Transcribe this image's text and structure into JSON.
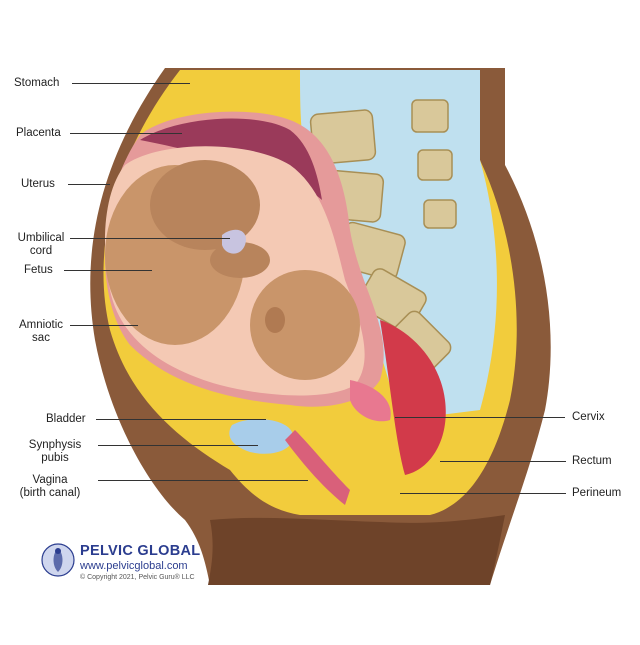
{
  "labels": {
    "stomach": "Stomach",
    "placenta": "Placenta",
    "uterus": "Uterus",
    "umbilical_1": "Umbilical",
    "umbilical_2": "cord",
    "fetus": "Fetus",
    "amniotic_1": "Amniotic",
    "amniotic_2": "sac",
    "bladder": "Bladder",
    "symphysis_1": "Synphysis",
    "symphysis_2": "pubis",
    "vagina_1": "Vagina",
    "vagina_2": "(birth canal)",
    "cervix": "Cervix",
    "rectum": "Rectum",
    "perineum": "Perineum"
  },
  "logo": {
    "name": "PELVIC GLOBAL",
    "url": "www.pelvicglobal.com",
    "copyright": "© Copyright 2021, Pelvic Guru® LLC"
  },
  "colors": {
    "skin": "#8a5a3a",
    "fat": "#f2cc3c",
    "uterus_wall": "#e59a9a",
    "fetus": "#c9956a",
    "spine": "#d9c89a",
    "brand": "#2b3d8f"
  }
}
